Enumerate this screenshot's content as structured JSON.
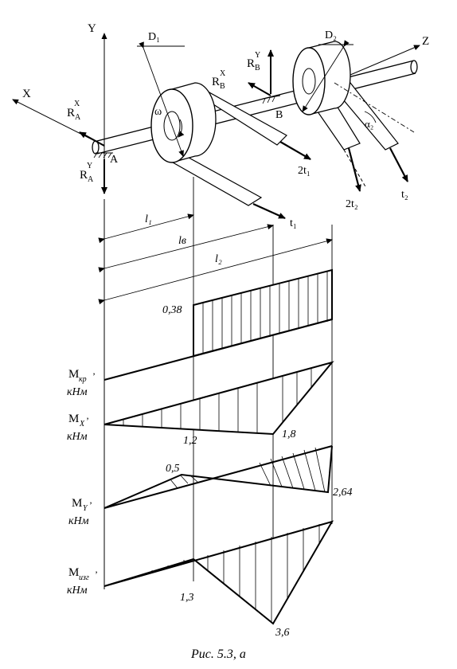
{
  "axes": {
    "x": "X",
    "y": "Y",
    "z": "Z"
  },
  "reactions": {
    "rax_main": "R",
    "rax_sup": "X",
    "rax_sub": "A",
    "ray_main": "R",
    "ray_sup": "Y",
    "ray_sub": "A",
    "rbx_main": "R",
    "rbx_sup": "X",
    "rbx_sub": "B",
    "rby_main": "R",
    "rby_sup": "Y",
    "rby_sub": "B"
  },
  "points": {
    "a": "A",
    "b": "B"
  },
  "pulleys": {
    "d1": "D₁",
    "d2": "D₂",
    "omega": "ω",
    "alpha2": "α₂"
  },
  "forces": {
    "t1": "t₁",
    "two_t1": "2t₁",
    "t2": "t₂",
    "two_t2": "2t₂"
  },
  "dimensions": {
    "l1": "l₁",
    "lb": "lв",
    "l2": "l₂"
  },
  "diagrams": {
    "mkr": {
      "main": "M",
      "sub": "кр",
      "comma": "’",
      "unit": "кНм",
      "value": "0,38"
    },
    "mx": {
      "main": "M",
      "sub": "X",
      "comma": "’",
      "unit": "кНм",
      "value1": "1,2",
      "value2": "1,8"
    },
    "my": {
      "main": "M",
      "sub": "Y",
      "comma": "’",
      "unit": "кНм",
      "value1": "0,5",
      "value2": "2,64"
    },
    "mizg": {
      "main": "M",
      "sub": "изг",
      "comma": "’",
      "unit": "кНм",
      "value1": "1,3",
      "value2": "3,6"
    }
  },
  "caption": "Рис. 5.3, а"
}
